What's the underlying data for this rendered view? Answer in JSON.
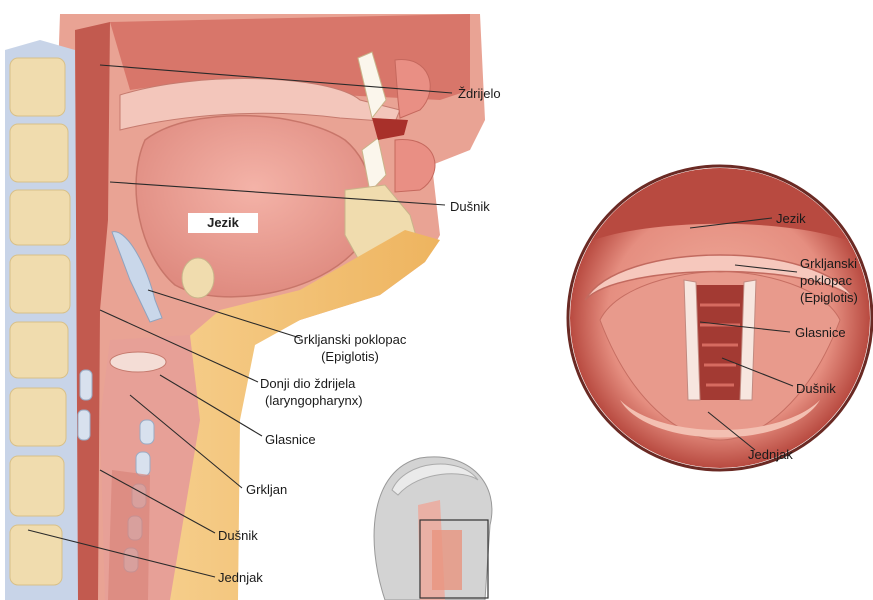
{
  "side_labels": {
    "zdrijelo": "Ždrijelo",
    "dusnik_top": "Dušnik",
    "jezik": "Jezik",
    "epiglotis_1": "Grkljanski poklopac",
    "epiglotis_2": "(Epiglotis)",
    "donji_1": "Donji dio ždrijela",
    "donji_2": "(laryngopharynx)",
    "glasnice": "Glasnice",
    "grkljan": "Grkljan",
    "dusnik_bottom": "Dušnik",
    "jednjak": "Jednjak"
  },
  "round_labels": {
    "jezik": "Jezik",
    "epiglotis_1": "Grkljanski",
    "epiglotis_2": "poklopac",
    "epiglotis_3": "(Epiglotis)",
    "glasnice": "Glasnice",
    "dusnik": "Dušnik",
    "jednjak": "Jednjak"
  },
  "colors": {
    "tissue": "#e8958a",
    "tissue_dark": "#b8453d",
    "muscle": "#e5a89c",
    "bone": "#f2e0b8",
    "cartilage": "#c9d7ea",
    "fat": "#f3c277"
  }
}
